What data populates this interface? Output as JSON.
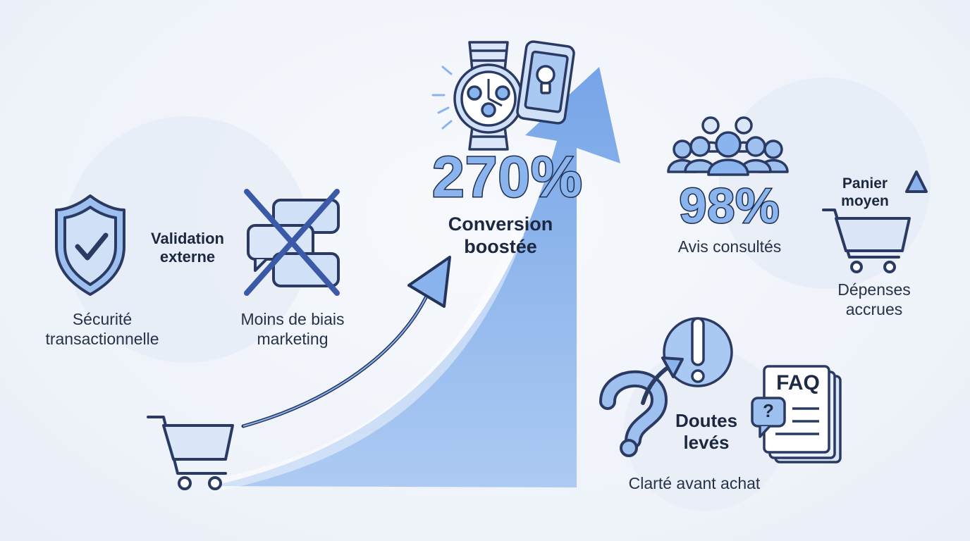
{
  "left": {
    "validation_label": "Validation externe",
    "security_label": "Sécurité transactionnelle",
    "bias_label": "Moins de biais marketing"
  },
  "center": {
    "stat_value": "270%",
    "stat_label": "Conversion boostée"
  },
  "right_top": {
    "stat_value": "98%",
    "stat_label": "Avis consultés",
    "basket_label": "Panier moyen",
    "spend_label": "Dépenses accrues"
  },
  "right_bottom": {
    "doubts_label": "Doutes levés",
    "faq_label": "FAQ",
    "clarity_label": "Clarté avant achat"
  },
  "colors": {
    "accent": "#8ab4ee",
    "outline": "#2a3a63",
    "light_fill": "#dbe7f8"
  }
}
